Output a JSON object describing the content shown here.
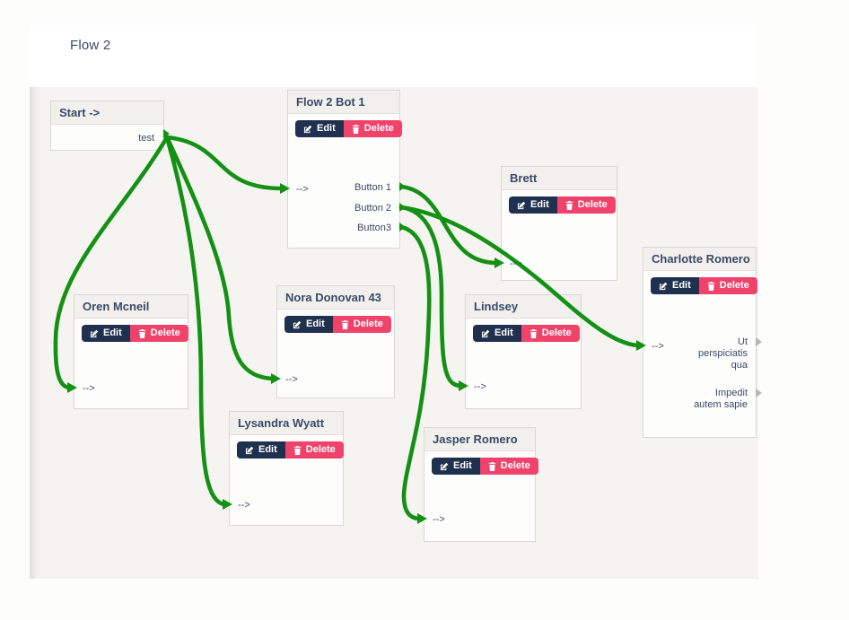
{
  "page": {
    "title": "Flow 2"
  },
  "actions": {
    "edit": "Edit",
    "delete": "Delete"
  },
  "colors": {
    "connection_green": "#149114",
    "edit_button_bg": "#203150",
    "delete_button_bg": "#f0436b",
    "node_text": "#3b4a68",
    "canvas_bg": "#f5f4f1"
  },
  "nodes": {
    "start": {
      "title": "Start ->",
      "outputs": [
        {
          "label": "test",
          "connected": true
        }
      ]
    },
    "bot1": {
      "title": "Flow 2 Bot 1",
      "input_label": "-->",
      "outputs": [
        {
          "label": "Button 1",
          "connected": true
        },
        {
          "label": "Button 2",
          "connected": true
        },
        {
          "label": "Button3",
          "connected": true
        }
      ]
    },
    "brett": {
      "title": "Brett",
      "input_label": "-->"
    },
    "charlotte": {
      "title": "Charlotte Romero",
      "input_label": "-->",
      "outputs": [
        {
          "label": "Ut perspiciatis qua",
          "connected": false
        },
        {
          "label": "Impedit autem sapie",
          "connected": false
        }
      ]
    },
    "oren": {
      "title": "Oren Mcneil",
      "input_label": "-->"
    },
    "nora": {
      "title": "Nora Donovan 43",
      "input_label": "-->"
    },
    "lindsey": {
      "title": "Lindsey",
      "input_label": "-->"
    },
    "lysandra": {
      "title": "Lysandra Wyatt",
      "input_label": "-->"
    },
    "jasper": {
      "title": "Jasper Romero",
      "input_label": "-->"
    }
  },
  "connections": [
    {
      "from": "start:test",
      "to": "bot1:input"
    },
    {
      "from": "start:test",
      "to": "oren:input"
    },
    {
      "from": "start:test",
      "to": "nora:input"
    },
    {
      "from": "start:test",
      "to": "lysandra:input"
    },
    {
      "from": "bot1:Button 1",
      "to": "brett:input"
    },
    {
      "from": "bot1:Button 2",
      "to": "charlotte:input"
    },
    {
      "from": "bot1:Button 2",
      "to": "lindsey:input"
    },
    {
      "from": "bot1:Button3",
      "to": "jasper:input"
    }
  ]
}
